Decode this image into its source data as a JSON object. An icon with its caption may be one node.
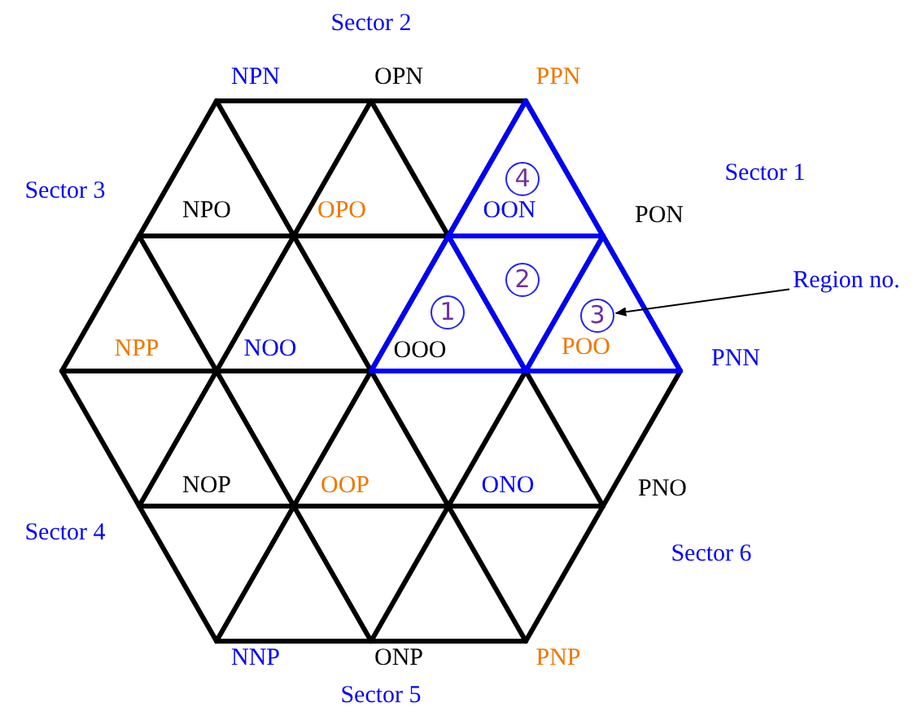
{
  "diagram": {
    "nodes": [
      {
        "text": [
          "4"
        ]
      },
      {
        "text": [
          "2"
        ]
      },
      {
        "text": [
          "1"
        ]
      },
      {
        "text": [
          "3"
        ]
      },
      {
        "text": [
          "Region no."
        ]
      }
    ],
    "edges": [
      {
        "from": 4,
        "to": 3,
        "arrow": "to"
      }
    ],
    "labels": [
      "Sector 2",
      "NPN",
      "OPN",
      "PPN",
      "Sector 1",
      "Sector 3",
      "NPO",
      "OPO",
      "OON",
      "PON",
      "NPP",
      "NOO",
      "OOO",
      "POO",
      "PNN",
      "NOP",
      "OOP",
      "ONO",
      "PNO",
      "Sector 4",
      "Sector 6",
      "NNP",
      "ONP",
      "PNP",
      "Sector 5"
    ]
  }
}
